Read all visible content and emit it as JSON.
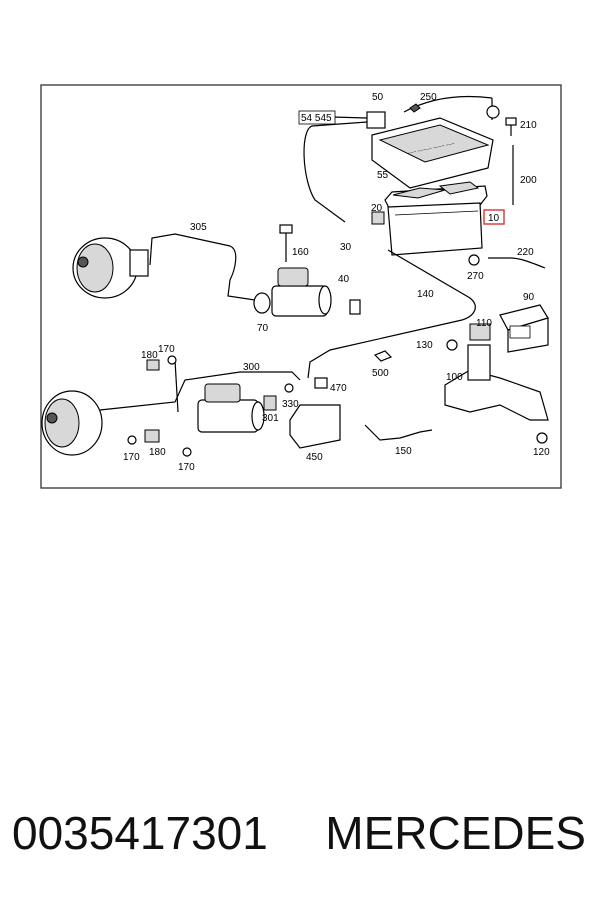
{
  "diagram": {
    "labels": {
      "l50": "50",
      "l250": "250",
      "l54545": "54 545",
      "l210": "210",
      "l55": "55",
      "l200": "200",
      "l20": "20",
      "l10": "10",
      "l305": "305",
      "l160": "160",
      "l30": "30",
      "l220": "220",
      "l270": "270",
      "l40": "40",
      "l140": "140",
      "l90": "90",
      "l70": "70",
      "l110": "110",
      "l180a": "180",
      "l170a": "170",
      "l300": "300",
      "l130": "130",
      "l500": "500",
      "l100": "100",
      "l470": "470",
      "l330": "330",
      "l301": "301",
      "l170b": "170",
      "l180b": "180",
      "l170c": "170",
      "l450": "450",
      "l150": "150",
      "l120": "120"
    },
    "highlight_color": "#e0312f"
  },
  "caption": {
    "part_number": "0035417301",
    "brand": "MERCEDES"
  }
}
